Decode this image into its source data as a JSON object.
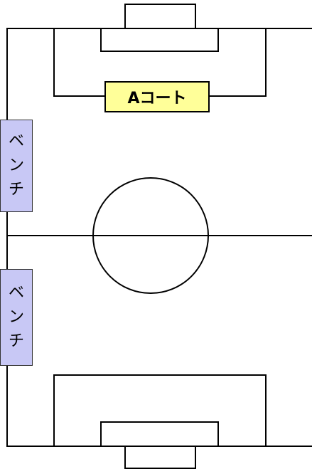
{
  "court": {
    "label": "Aコート",
    "label_bg": "#ffff99",
    "line_color": "#000000"
  },
  "benches": [
    {
      "chars": [
        "ベ",
        "ン",
        "チ"
      ]
    },
    {
      "chars": [
        "ベ",
        "ン",
        "チ"
      ]
    }
  ],
  "bench_bg": "#c8c8f5"
}
